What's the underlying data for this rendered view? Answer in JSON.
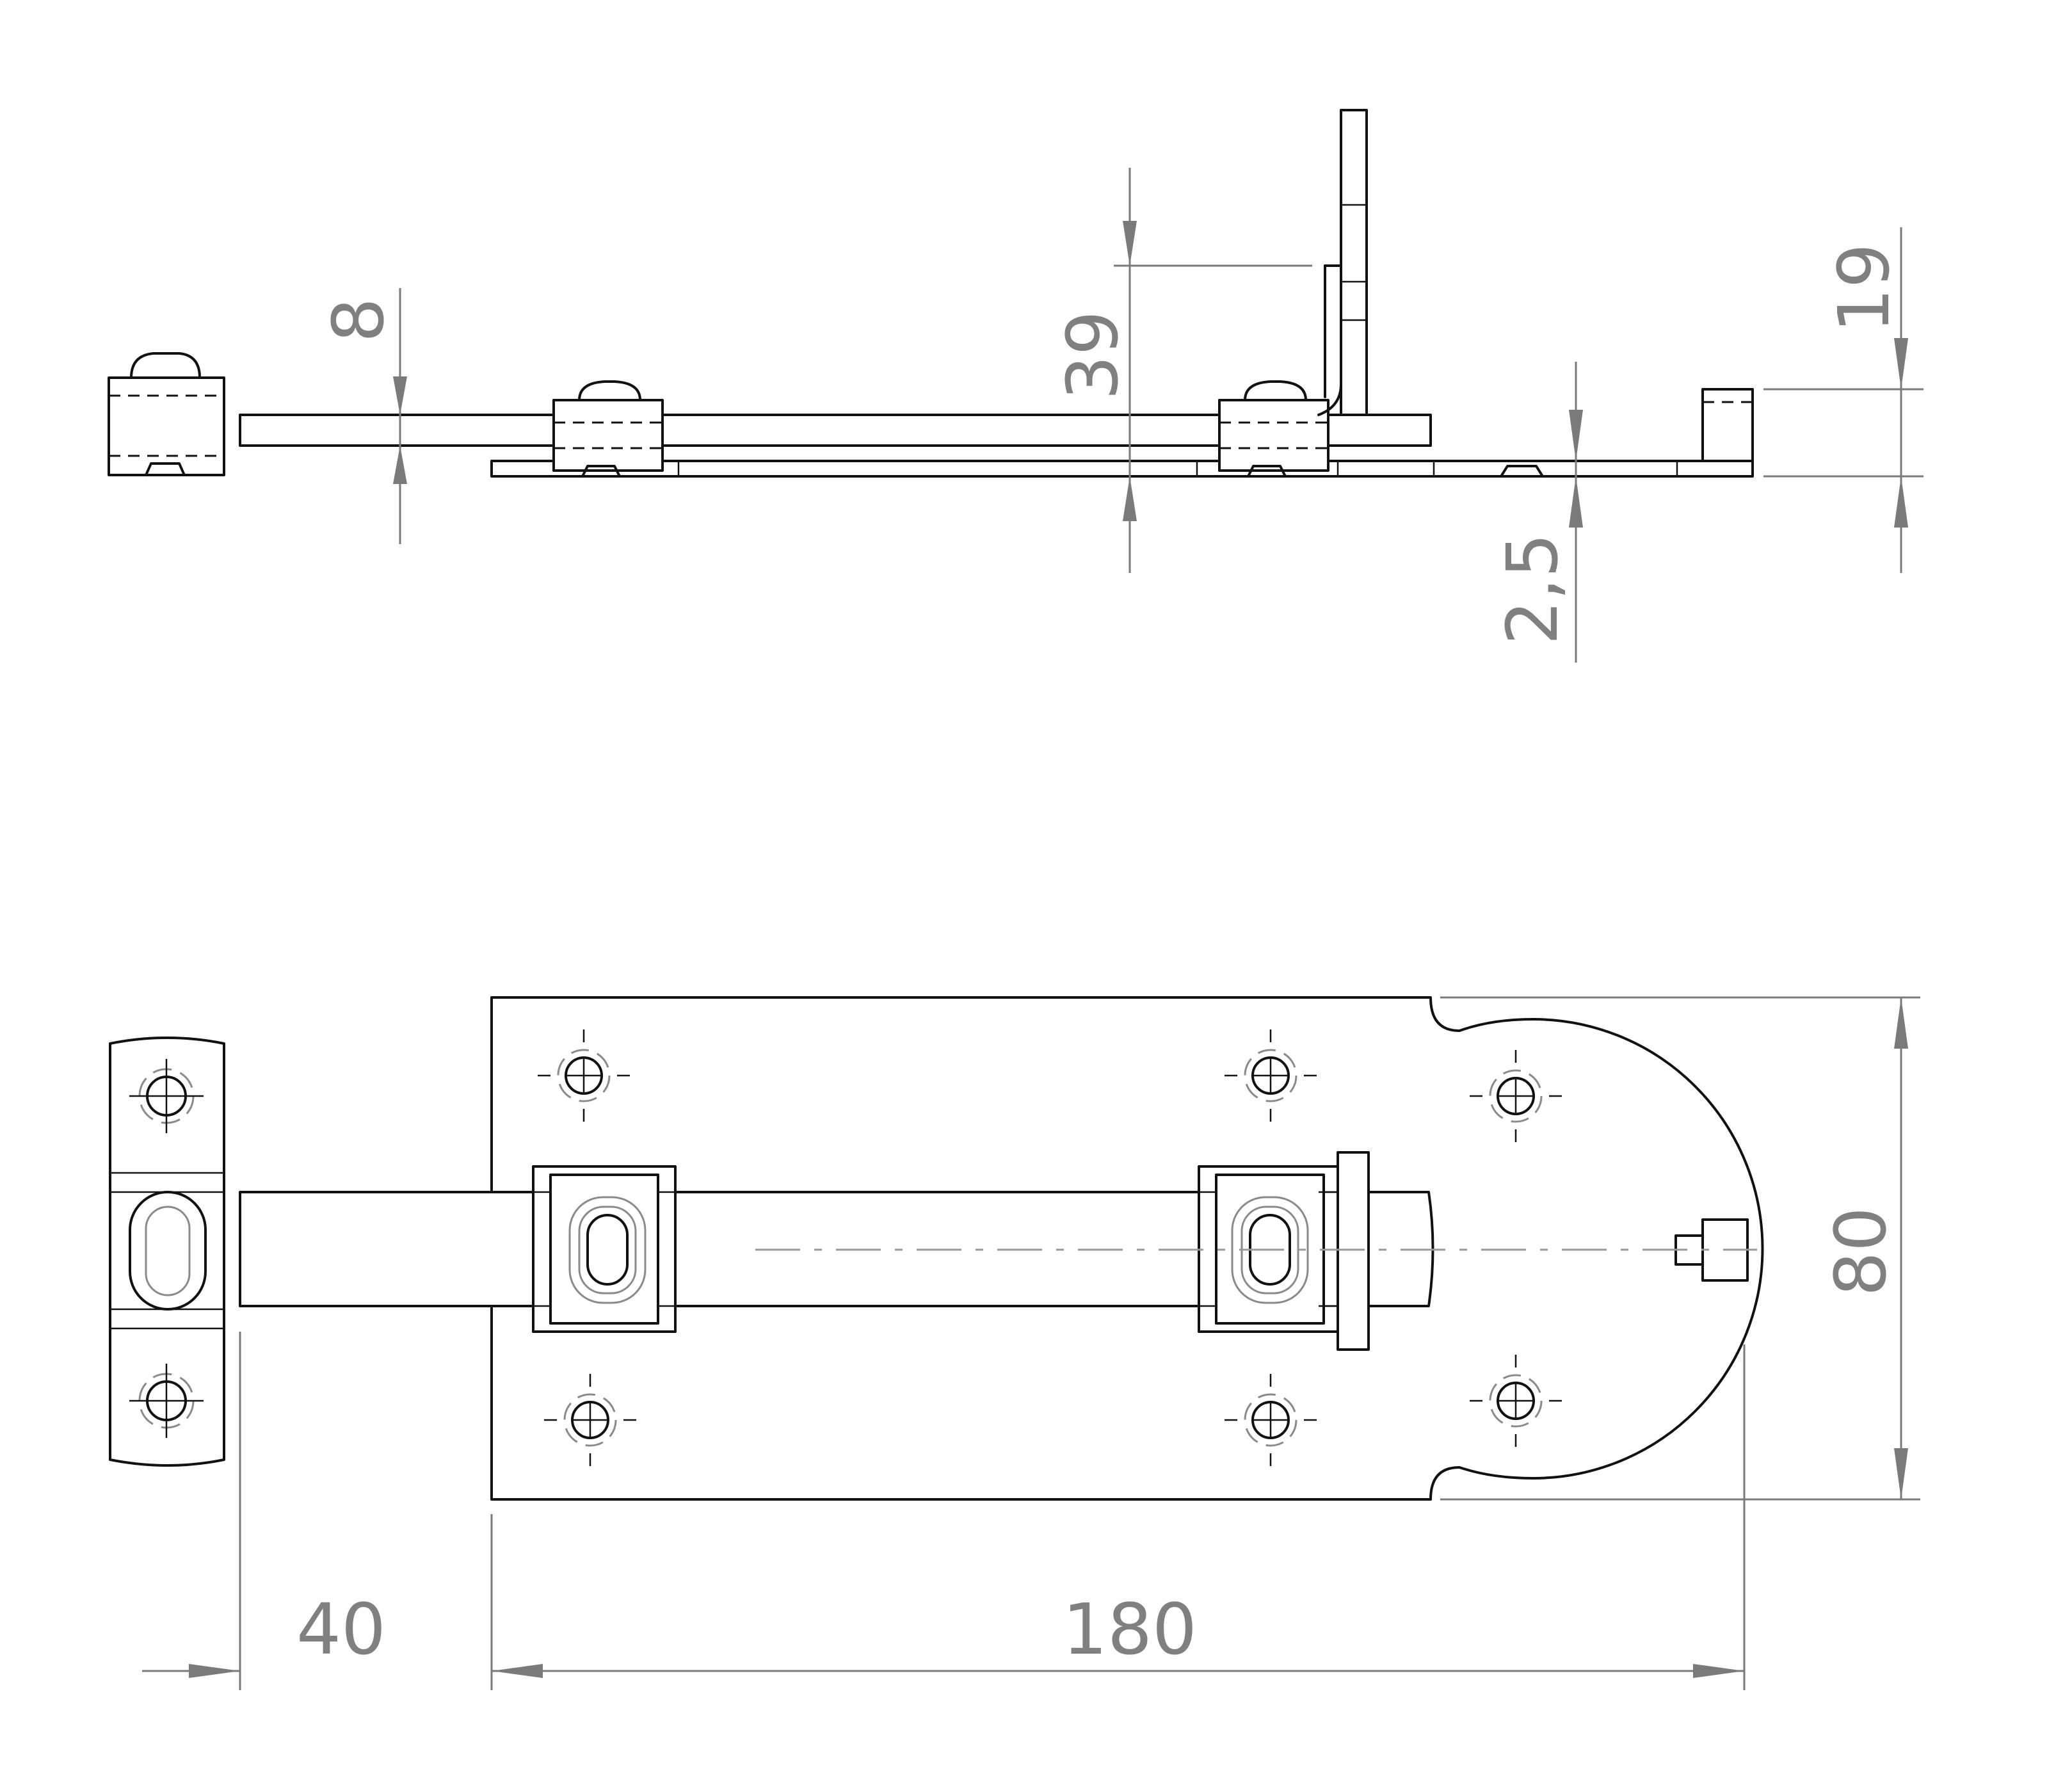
{
  "dimensions": {
    "bolt_thickness": "8",
    "height_side": "39",
    "plate_thickness": "2,5",
    "keeper_height": "19",
    "plate_width": "80",
    "keeper_offset": "40",
    "plate_length": "180"
  },
  "colors": {
    "line": "#111111",
    "dimension": "#7a7a7a",
    "dimension_text": "#808080",
    "centerline": "#9a9a9a"
  },
  "icons": {
    "mounting_hole": "crosshair-hole-icon",
    "slot": "oval-slot-icon"
  }
}
